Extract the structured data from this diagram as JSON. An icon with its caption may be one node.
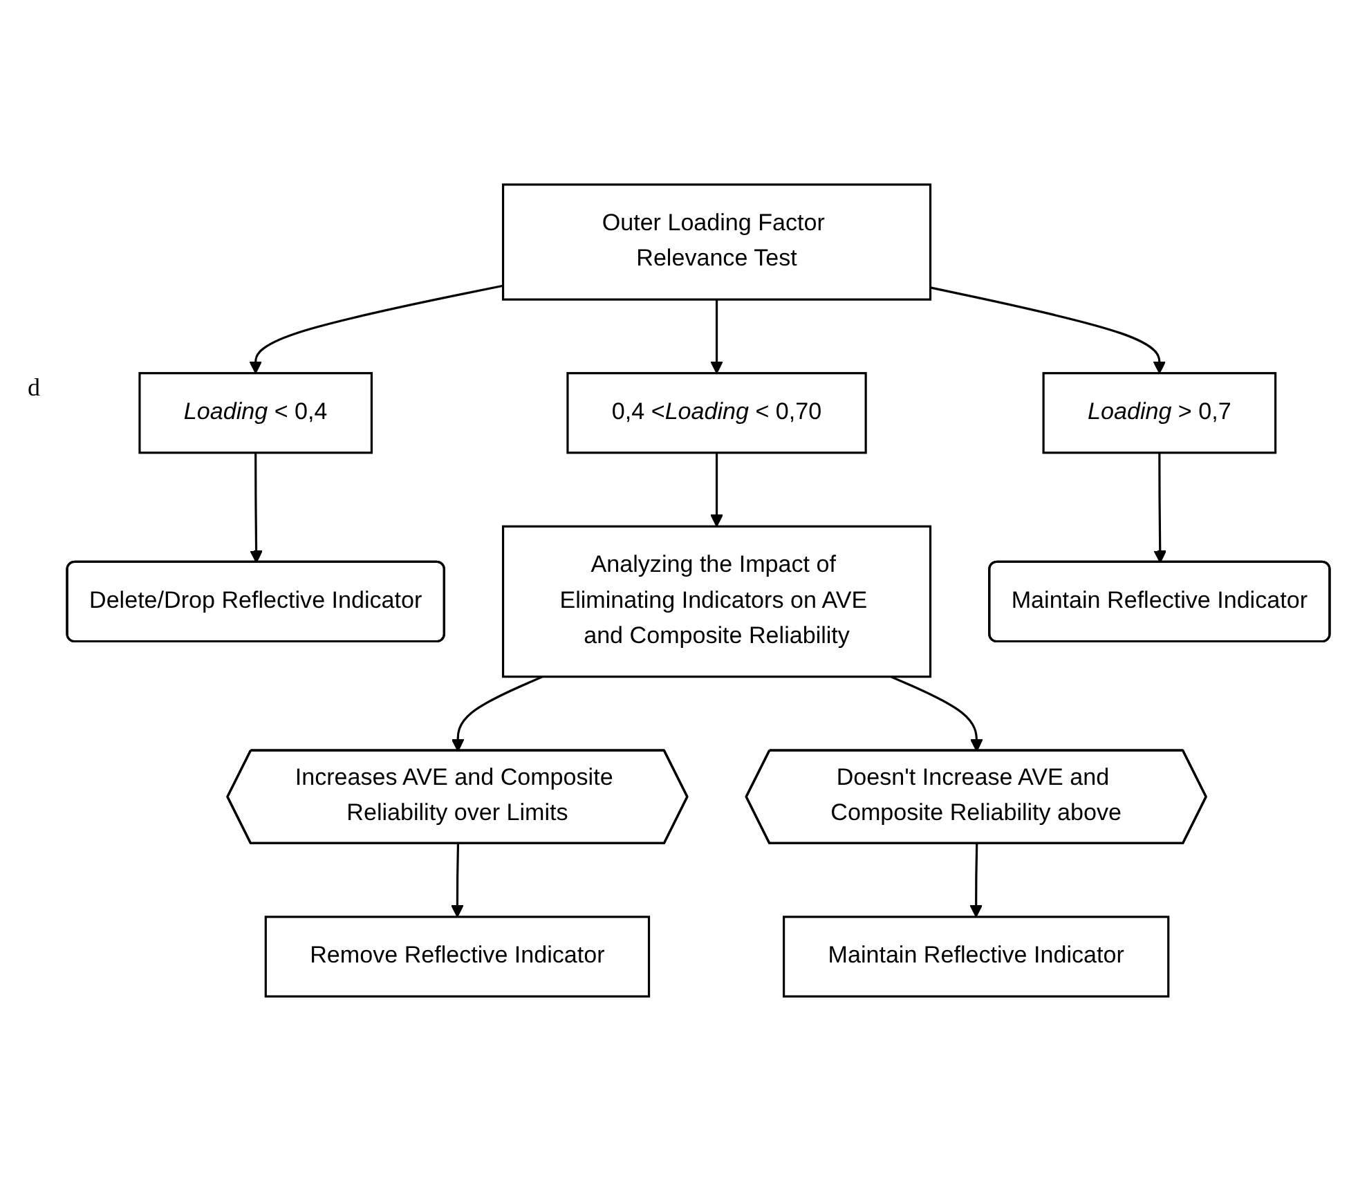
{
  "diagram": {
    "nodes": [
      {
        "text": [
          "Outer Loading Factor Relevance Test"
        ]
      },
      {
        "text": [
          "*Loading* < 0,4"
        ]
      },
      {
        "text": [
          "0,4 <*Loading* < 0,70"
        ]
      },
      {
        "text": [
          "*Loading* > 0,7"
        ]
      },
      {
        "text": [
          "Delete/Drop Reflective Indicator"
        ]
      },
      {
        "text": [
          "Analyzing the Impact of Eliminating Indicators on AVE and Composite Reliability"
        ]
      },
      {
        "text": [
          "Maintain Reflective Indicator"
        ]
      },
      {
        "text": [
          "Increases AVE and Composite Reliability over Limits"
        ]
      },
      {
        "text": [
          "Doesn't Increase AVE and Composite Reliability above"
        ]
      },
      {
        "text": [
          "Remove Reflective Indicator"
        ]
      },
      {
        "text": [
          "Maintain Reflective Indicator"
        ]
      }
    ],
    "edges": [
      {
        "from": 0,
        "to": 1,
        "arrow": "to"
      },
      {
        "from": 0,
        "to": 2,
        "arrow": "to"
      },
      {
        "from": 0,
        "to": 3,
        "arrow": "to"
      },
      {
        "from": 1,
        "to": 4,
        "arrow": "to"
      },
      {
        "from": 2,
        "to": 5,
        "arrow": "to"
      },
      {
        "from": 3,
        "to": 6,
        "arrow": "to"
      },
      {
        "from": 5,
        "to": 7,
        "arrow": "to"
      },
      {
        "from": 5,
        "to": 8,
        "arrow": "to"
      },
      {
        "from": 7,
        "to": 9,
        "arrow": "to"
      },
      {
        "from": 8,
        "to": 10,
        "arrow": "to"
      }
    ],
    "labels": [
      "d"
    ]
  }
}
